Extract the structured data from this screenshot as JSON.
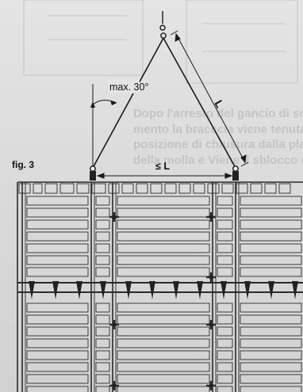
{
  "figure": {
    "label": "fig. 3",
    "angle_label": "max. 30°",
    "sling_length_label": "L",
    "spacing_label": "≤ L"
  },
  "bleed_text": {
    "upper": [
      "Dopo l'arresto del gancio di solleva-",
      "mento la bracccia viene tenuta in",
      "posizione di chiusura dalla plasticità",
      "della molla e Viene il sblocco di"
    ],
    "lower": [
      "..."
    ]
  }
}
